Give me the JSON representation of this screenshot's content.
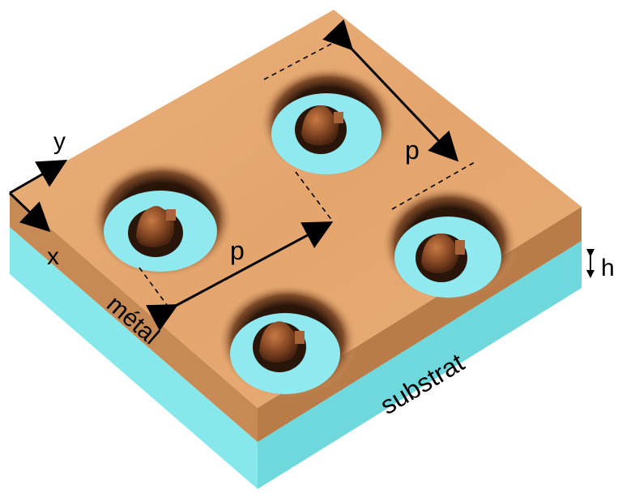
{
  "labels": {
    "axis_y": "y",
    "axis_x": "x",
    "period_top": "p",
    "period_bottom": "p",
    "thickness": "h",
    "metal": "métal",
    "substrate": "substrat"
  },
  "colors": {
    "metal_surface": "#e7aa73",
    "metal_side_left": "#c88a55",
    "metal_side_right": "#b97b48",
    "substrate_left": "#86e8ea",
    "substrate_right": "#6fd8dc",
    "hole_floor": "#8fe9ef",
    "hole_shadow": "#241208",
    "bump": "#8a4a25",
    "annotation": "#000000"
  },
  "holes": [
    {
      "id": "hole-left"
    },
    {
      "id": "hole-top"
    },
    {
      "id": "hole-right"
    },
    {
      "id": "hole-bottom"
    }
  ]
}
